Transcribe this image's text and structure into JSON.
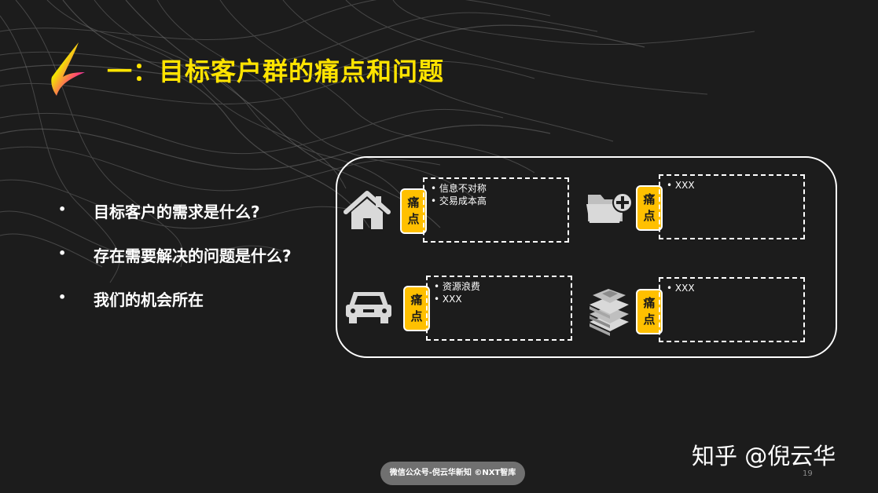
{
  "title": "一：目标客户群的痛点和问题",
  "bullets": [
    {
      "text": "目标客户的需求是什么?"
    },
    {
      "text": "存在需要解决的问题是什么?"
    },
    {
      "text": "我们的机会所在"
    }
  ],
  "bullet_symbol": "•",
  "pain_tag": {
    "line1": "痛",
    "line2": "点"
  },
  "cells": [
    {
      "icon": "house-icon",
      "items": [
        "信息不对称",
        "交易成本高"
      ]
    },
    {
      "icon": "folder-add-icon",
      "items": [
        "XXX"
      ]
    },
    {
      "icon": "car-icon",
      "items": [
        "资源浪费",
        "XXX"
      ]
    },
    {
      "icon": "books-icon",
      "items": [
        "XXX"
      ]
    }
  ],
  "footer": "微信公众号-倪云华新知 ©NXT智库",
  "page_number": "19",
  "watermark": "知乎 @倪云华",
  "colors": {
    "background": "#1c1c1c",
    "title": "#ffe400",
    "tag": "#ffc000",
    "icon": "#d9d9d9",
    "footer_pill": "#707070"
  }
}
